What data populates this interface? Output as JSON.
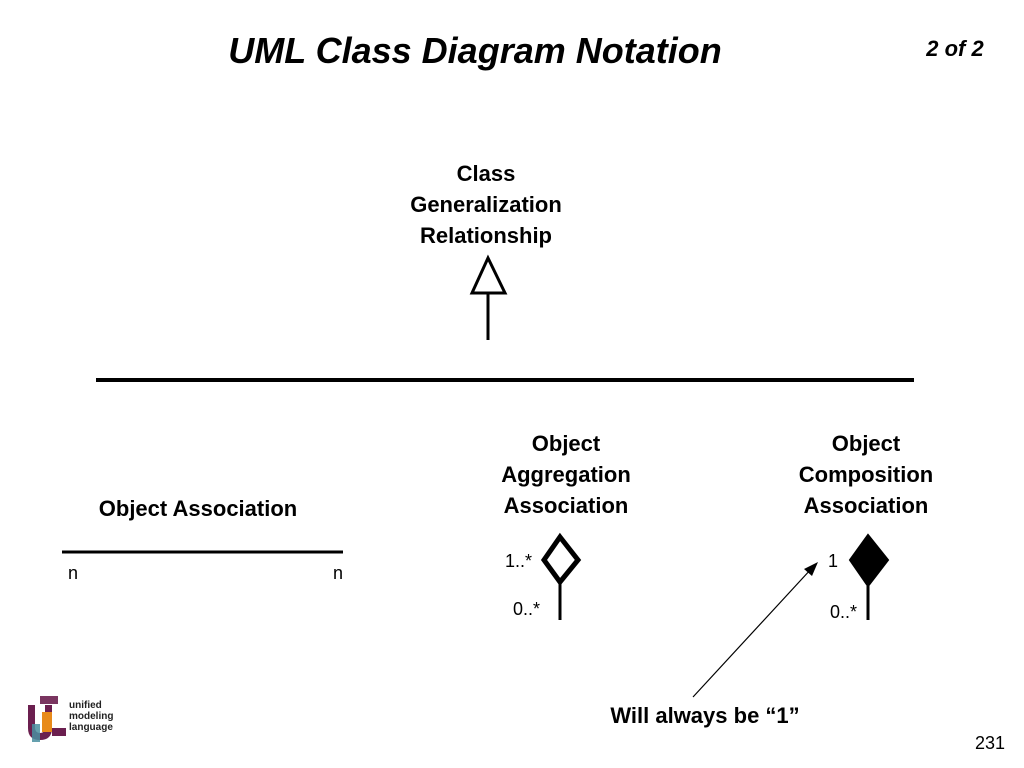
{
  "slide": {
    "title": "UML Class Diagram Notation",
    "page_info": "2 of 2",
    "page_number": "231"
  },
  "generalization": {
    "label_lines": [
      "Class",
      "Generalization",
      "Relationship"
    ]
  },
  "association": {
    "label": "Object Association",
    "left_multiplicity": "n",
    "right_multiplicity": "n"
  },
  "aggregation": {
    "label_lines": [
      "Object",
      "Aggregation",
      "Association"
    ],
    "whole_multiplicity": "1..*",
    "part_multiplicity": "0..*"
  },
  "composition": {
    "label_lines": [
      "Object",
      "Composition",
      "Association"
    ],
    "whole_multiplicity": "1",
    "part_multiplicity": "0..*"
  },
  "callout": {
    "text": "Will always be “1”"
  },
  "logo": {
    "lines": [
      "unified",
      "modeling",
      "language"
    ]
  },
  "colors": {
    "logo_purple": "#6b1f4f",
    "logo_orange": "#e88a1a",
    "logo_teal": "#4a8fa0"
  }
}
